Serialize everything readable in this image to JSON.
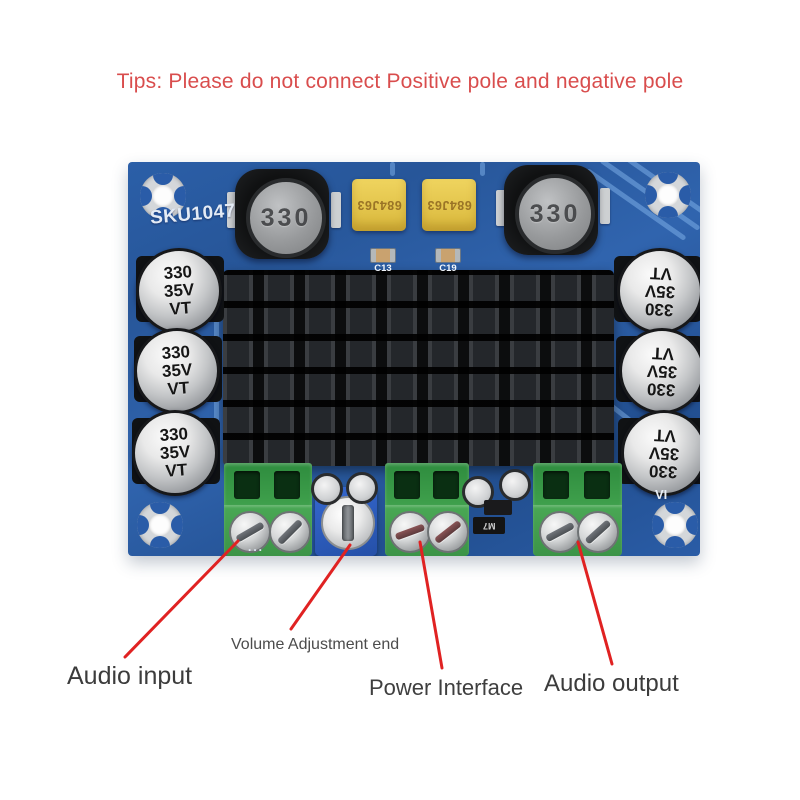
{
  "tip": {
    "text": "Tips: Please do not connect Positive pole and negative pole",
    "color": "#d94d4d"
  },
  "board": {
    "sku": "SKU1047",
    "inductor_value": "330",
    "film_cap_value": "684J63",
    "smd_labels": {
      "c13": "C13",
      "c19": "C19"
    },
    "electrolytic_cap": {
      "capacitance": "330",
      "voltage": "35V",
      "series": "VT"
    },
    "silkscreen": {
      "vi": "VI",
      "dots": "...",
      "diode": "M7"
    },
    "colors": {
      "pcb_blue": "#2a5ca8",
      "terminal_green": "#44a14e",
      "film_cap_yellow": "#e5c64d",
      "heatsink_black": "#0c0d0e"
    }
  },
  "annotations": {
    "line_color": "#e02222",
    "audio_input": "Audio input",
    "volume": "Volume Adjustment end",
    "power": "Power Interface",
    "audio_output": "Audio output"
  }
}
